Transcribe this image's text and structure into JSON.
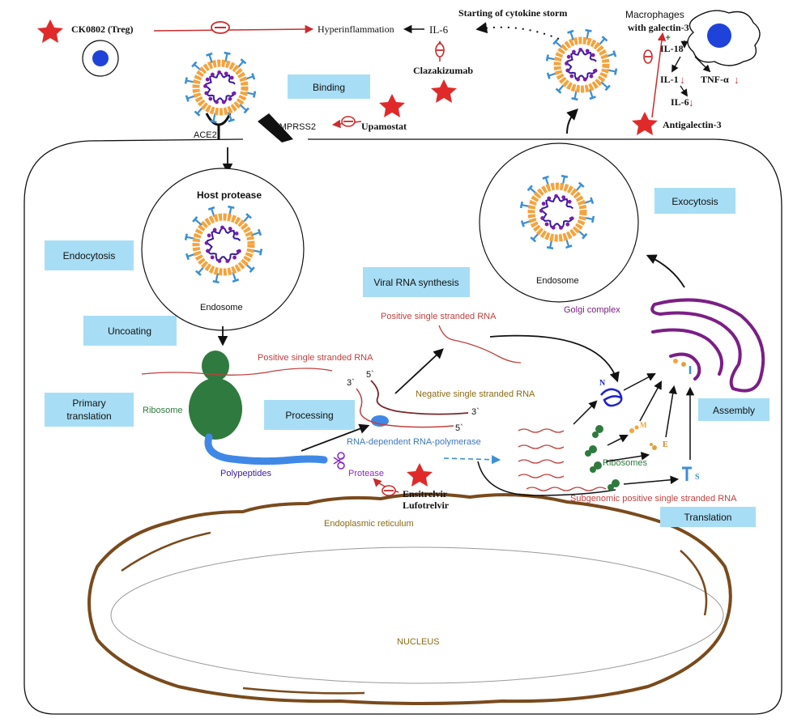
{
  "stages": {
    "binding": "Binding",
    "endocytosis": "Endocytosis",
    "uncoating": "Uncoating",
    "primary_translation_line1": "Primary",
    "primary_translation_line2": "translation",
    "processing": "Processing",
    "viral_rna_synthesis": "Viral RNA synthesis",
    "exocytosis": "Exocytosis",
    "assembly": "Assembly",
    "translation": "Translation"
  },
  "labels": {
    "ck0802": "CK0802 (Treg)",
    "hyperinflammation": "Hyperinflammation",
    "il6_top": "IL-6",
    "cytokine_storm": "Starting of cytokine storm",
    "clazakizumab": "Clazakizumab",
    "macrophages": "Macrophages",
    "with_galectin3": "with galectin-3",
    "il18": "IL-18",
    "il1": "IL-1",
    "tnf_alpha": "TNF-α",
    "il6_right": "IL-6",
    "antigalectin3": "Antigalectin-3",
    "ace2": "ACE2",
    "tmprss2": "TMPRSS2",
    "upamostat": "Upamostat",
    "host_protease": "Host protease",
    "endosome_left": "Endosome",
    "endosome_right": "Endosome",
    "ribosome": "Ribosome",
    "polypeptides": "Polypeptides",
    "positive_ssrna_1": "Positive single stranded RNA",
    "positive_ssrna_2": "Positive single stranded RNA",
    "negative_ssrna": "Negative single stranded RNA",
    "five_prime_a": "5`",
    "three_prime_a": "3`",
    "three_prime_b": "3`",
    "five_prime_b": "5`",
    "rdrp": "RNA-dependent RNA-polymerase",
    "protease": "Protease",
    "ensitrelvir": "Ensitrelvir",
    "lufotrelvir": "Lufotrelvir",
    "endoplasmic_reticulum": "Endoplasmic reticulum",
    "nucleus": "NUCLEUS",
    "golgi": "Golgi complex",
    "ribosomes": "Ribosomes",
    "subgenomic_rna": "Subgenomic positive single stranded RNA",
    "protein_n": "N",
    "protein_m": "M",
    "protein_e": "E",
    "protein_s": "S"
  },
  "colors": {
    "stage_box": "#a8def5",
    "virus_orange": "#f5a33c",
    "spike_blue": "#3b8fd6",
    "rna_purple": "#3a1aa0",
    "ribosome_green": "#2f7a3e",
    "polypeptide_blue": "#3f88e6",
    "positive_rna_red": "#c0413f",
    "negative_rna_brown": "#7a2628",
    "er_brown": "#7a4a1c",
    "golgi_purple": "#7b1e86",
    "drug_star_red": "#e02a2a",
    "inhibition_red": "#cc2b2b",
    "rdrp_text_blue": "#3c78c0",
    "negative_label_olive": "#8a6a14",
    "macrophage_nucleus_blue": "#1f43d9"
  }
}
